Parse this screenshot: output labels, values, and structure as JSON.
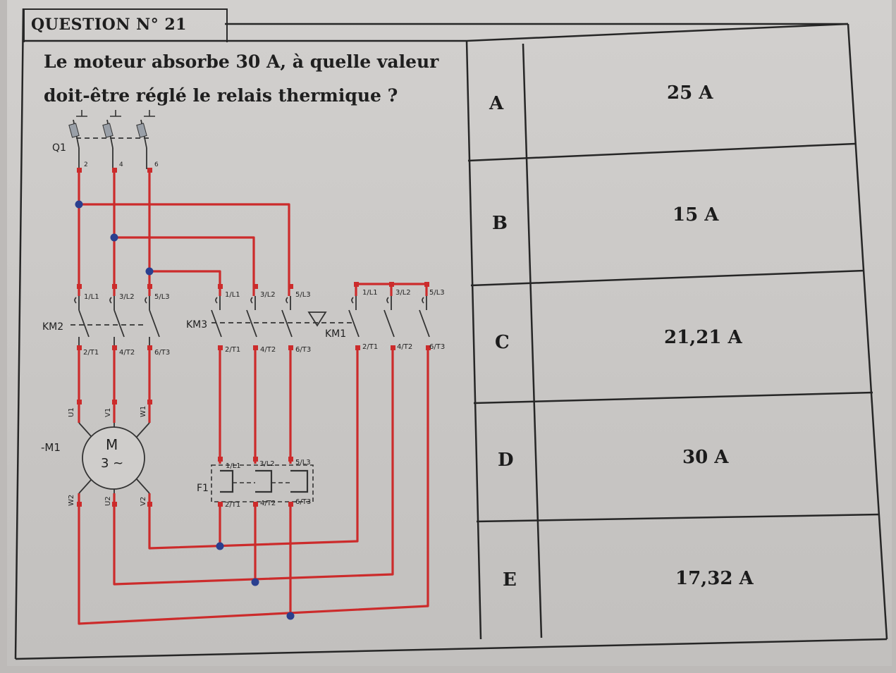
{
  "question": {
    "title": "QUESTION N° 21",
    "text": "Le moteur absorbe 30 A, à quelle valeur doit-être réglé le relais thermique ?"
  },
  "answers": [
    {
      "letter": "A",
      "value": "25 A"
    },
    {
      "letter": "B",
      "value": "15 A"
    },
    {
      "letter": "C",
      "value": "21,21 A"
    },
    {
      "letter": "D",
      "value": "30 A"
    },
    {
      "letter": "E",
      "value": "17,32 A"
    }
  ],
  "diagram": {
    "q1": "Q1",
    "km2": "KM2",
    "km3": "KM3",
    "km1": "KM1",
    "m1": "-M1",
    "motor_m": "M",
    "motor_3": "3 ~",
    "f1": "F1",
    "q1_terminals": [
      "2",
      "4",
      "6"
    ],
    "top_terminals": [
      "1/L1",
      "3/L2",
      "5/L3"
    ],
    "bottom_terminals": [
      "2/T1",
      "4/T2",
      "6/T3"
    ],
    "motor_top": [
      "U1",
      "V1",
      "W1"
    ],
    "motor_bottom": [
      "W2",
      "U2",
      "V2"
    ]
  },
  "colors": {
    "wire": "#cc2b2b",
    "junction": "#2a3f8f",
    "ink": "#1f1f1f"
  }
}
